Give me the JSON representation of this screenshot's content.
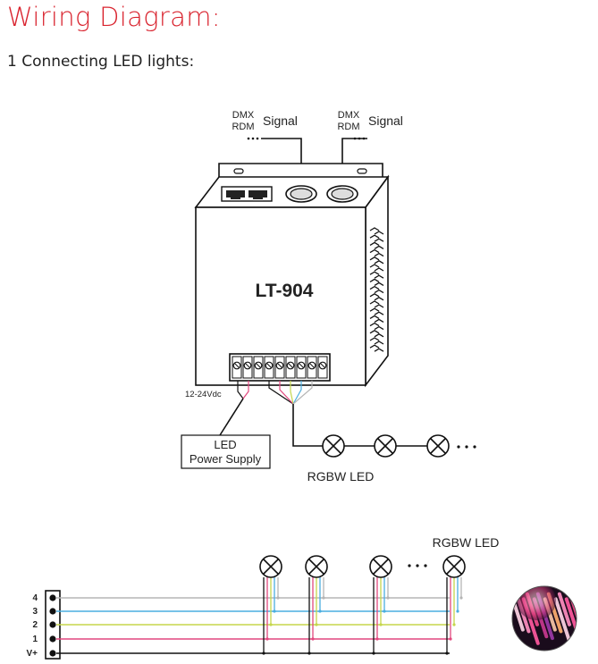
{
  "header": {
    "title": "Wiring Diagram:",
    "section": "1 Connecting LED lights:"
  },
  "diagram1": {
    "signal_ports": [
      {
        "protocol_top": "DMX",
        "protocol_bottom": "RDM",
        "label": "Signal",
        "dots": "..."
      },
      {
        "protocol_top": "DMX",
        "protocol_bottom": "RDM",
        "label": "Signal",
        "dots": "..."
      }
    ],
    "device_model": "LT-904",
    "voltage_label": "12-24Vdc",
    "power_supply_line1": "LED",
    "power_supply_line2": "Power Supply",
    "led_label": "RGBW LED",
    "led_dots": "..."
  },
  "diagram2": {
    "led_label": "RGBW LED",
    "led_dots": "...",
    "terminal_labels": [
      "4",
      "3",
      "2",
      "1",
      "V+"
    ],
    "wire_colors": {
      "ch4": "#b5b5b5",
      "ch3": "#4aaee0",
      "ch2": "#c5d64c",
      "ch1": "#e2477e",
      "vplus": "#111111"
    }
  },
  "colors": {
    "title_red": "#d9242f",
    "line": "#111111"
  }
}
